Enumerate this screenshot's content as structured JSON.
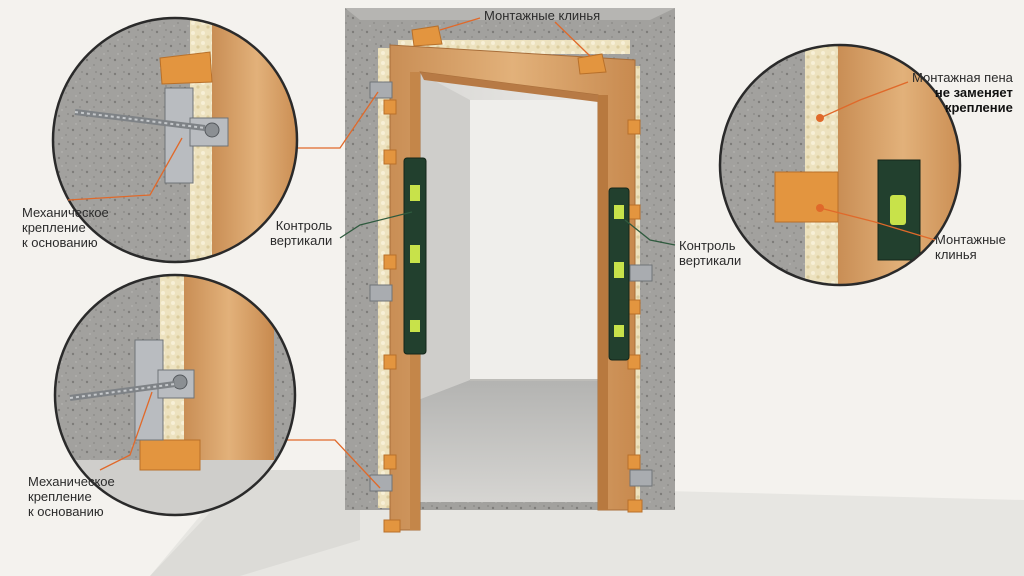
{
  "labels": {
    "wedges_top": "Монтажные клинья",
    "foam_line1": "Монтажная пена",
    "foam_line2": "не заменяет",
    "foam_line3": "крепление",
    "plumb_left_line1": "Контроль",
    "plumb_left_line2": "вертикали",
    "plumb_right_line1": "Контроль",
    "plumb_right_line2": "вертикали",
    "wedges_right_line1": "Монтажные",
    "wedges_right_line2": "клинья",
    "anchor_top_line1": "Механическое",
    "anchor_top_line2": "крепление",
    "anchor_top_line3": "к основанию",
    "anchor_bottom_line1": "Механическое",
    "anchor_bottom_line2": "крепление",
    "anchor_bottom_line3": "к основанию"
  },
  "colors": {
    "callout_line": "#e0692a",
    "plumb_line": "#2f5a3e",
    "wood": "#d9a66e",
    "wedge": "#e3953f",
    "concrete": "#9c9c9a",
    "foam": "#ece3c4",
    "level_body": "#22402e",
    "bubble": "#c8e24a"
  }
}
